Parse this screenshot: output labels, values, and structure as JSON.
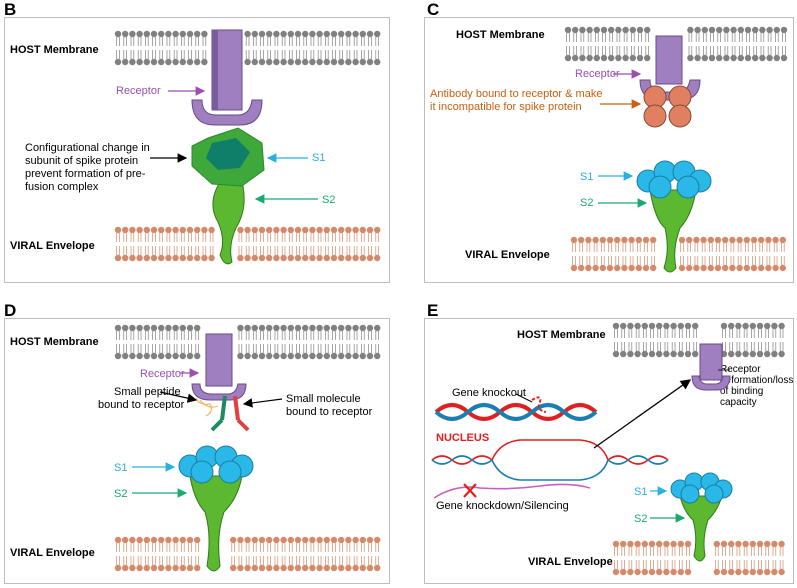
{
  "colors": {
    "receptor": "#a07fc0",
    "receptor_label": "#9b4fb0",
    "antibody": "#e08060",
    "antibody_label": "#c86010",
    "s1": "#29b8e8",
    "s1_label": "#29b0e0",
    "s2": "#5cb830",
    "s2_label": "#1aaa70",
    "host_lipid": "#808080",
    "viral_lipid": "#d48a6a",
    "nucleus_label": "#e02020"
  },
  "panels": {
    "B": {
      "letter": "B",
      "host_membrane": "HOST Membrane",
      "viral_envelope": "VIRAL Envelope",
      "receptor": "Receptor",
      "s1": "S1",
      "s2": "S2",
      "note_lines": [
        "Configurational change in",
        "subunit of spike protein",
        "prevent formation of pre-",
        "fusion complex"
      ]
    },
    "C": {
      "letter": "C",
      "host_membrane": "HOST Membrane",
      "viral_envelope": "VIRAL Envelope",
      "receptor": "Receptor",
      "s1": "S1",
      "s2": "S2",
      "antibody_lines": [
        "Antibody bound to receptor & make",
        "it incompatible for spike protein"
      ]
    },
    "D": {
      "letter": "D",
      "host_membrane": "HOST Membrane",
      "viral_envelope": "VIRAL Envelope",
      "receptor": "Receptor",
      "s1": "S1",
      "s2": "S2",
      "peptide_lines": [
        "Small peptide",
        "bound to receptor"
      ],
      "molecule_lines": [
        "Small molecule",
        "bound to receptor"
      ]
    },
    "E": {
      "letter": "E",
      "host_membrane": "HOST Membrane",
      "viral_envelope": "VIRAL Envelope",
      "s1": "S1",
      "s2": "S2",
      "gene_knockout": "Gene knockout",
      "nucleus": "NUCLEUS",
      "knockdown": "Gene knockdown/Silencing",
      "receptor_lines": [
        "Receptor",
        "deformation/loss",
        "of binding capacity"
      ]
    }
  }
}
